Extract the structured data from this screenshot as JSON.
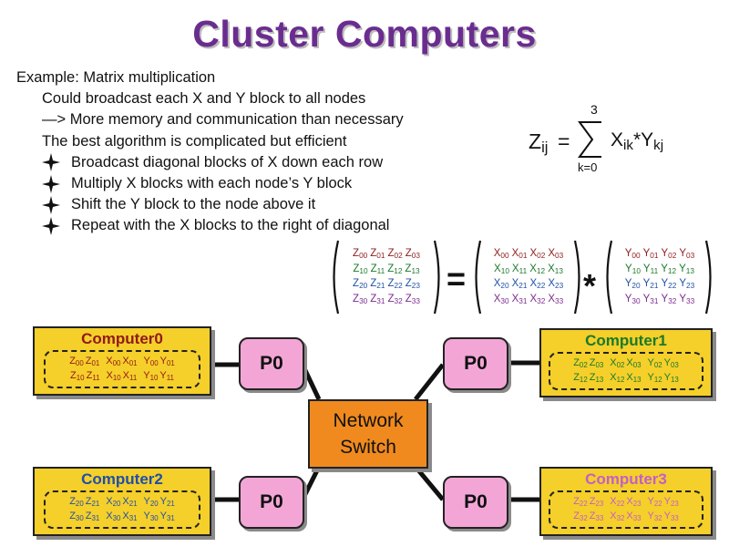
{
  "title": "Cluster Computers",
  "bullets": [
    {
      "level": 0,
      "text": "Example: Matrix multiplication"
    },
    {
      "level": 1,
      "text": "Could broadcast each X and Y block to all nodes"
    },
    {
      "level": 1,
      "text": "—> More memory and communication than necessary"
    },
    {
      "level": 1,
      "text": "The best algorithm is complicated but efficient"
    },
    {
      "level": 2,
      "text": "Broadcast diagonal blocks of X down each row"
    },
    {
      "level": 2,
      "text": "Multiply X blocks with each node’s Y block"
    },
    {
      "level": 2,
      "text": "Shift the Y block to the node above it"
    },
    {
      "level": 2,
      "text": "Repeat with the X blocks to the right of diagonal"
    }
  ],
  "formula": {
    "lhs": "Z",
    "lhs_sub": "ij",
    "equals": "=",
    "upper": "3",
    "lower": "k=0",
    "term1": "X",
    "term1_sub": "ik",
    "times": "*",
    "term2": "Y",
    "term2_sub": "kj"
  },
  "matrices": {
    "Z": [
      [
        "00",
        "01",
        "02",
        "03"
      ],
      [
        "10",
        "11",
        "12",
        "13"
      ],
      [
        "20",
        "21",
        "22",
        "23"
      ],
      [
        "30",
        "31",
        "32",
        "33"
      ]
    ],
    "equals": "=",
    "times": "*"
  },
  "computers": [
    {
      "name": "Computer0",
      "rows": [
        [
          [
            "Z",
            "00"
          ],
          [
            "Z",
            "01"
          ],
          [
            "X",
            "00"
          ],
          [
            "X",
            "01"
          ],
          [
            "Y",
            "00"
          ],
          [
            "Y",
            "01"
          ]
        ],
        [
          [
            "Z",
            "10"
          ],
          [
            "Z",
            "11"
          ],
          [
            "X",
            "10"
          ],
          [
            "X",
            "11"
          ],
          [
            "Y",
            "10"
          ],
          [
            "Y",
            "11"
          ]
        ]
      ]
    },
    {
      "name": "Computer1",
      "rows": [
        [
          [
            "Z",
            "02"
          ],
          [
            "Z",
            "03"
          ],
          [
            "X",
            "02"
          ],
          [
            "X",
            "03"
          ],
          [
            "Y",
            "02"
          ],
          [
            "Y",
            "03"
          ]
        ],
        [
          [
            "Z",
            "12"
          ],
          [
            "Z",
            "13"
          ],
          [
            "X",
            "12"
          ],
          [
            "X",
            "13"
          ],
          [
            "Y",
            "12"
          ],
          [
            "Y",
            "13"
          ]
        ]
      ]
    },
    {
      "name": "Computer2",
      "rows": [
        [
          [
            "Z",
            "20"
          ],
          [
            "Z",
            "21"
          ],
          [
            "X",
            "20"
          ],
          [
            "X",
            "21"
          ],
          [
            "Y",
            "20"
          ],
          [
            "Y",
            "21"
          ]
        ],
        [
          [
            "Z",
            "30"
          ],
          [
            "Z",
            "31"
          ],
          [
            "X",
            "30"
          ],
          [
            "X",
            "31"
          ],
          [
            "Y",
            "30"
          ],
          [
            "Y",
            "31"
          ]
        ]
      ]
    },
    {
      "name": "Computer3",
      "rows": [
        [
          [
            "Z",
            "22"
          ],
          [
            "Z",
            "23"
          ],
          [
            "X",
            "22"
          ],
          [
            "X",
            "23"
          ],
          [
            "Y",
            "22"
          ],
          [
            "Y",
            "23"
          ]
        ],
        [
          [
            "Z",
            "32"
          ],
          [
            "Z",
            "33"
          ],
          [
            "X",
            "32"
          ],
          [
            "X",
            "33"
          ],
          [
            "Y",
            "32"
          ],
          [
            "Y",
            "33"
          ]
        ]
      ]
    }
  ],
  "processor_label": "P0",
  "switch": {
    "line1": "Network",
    "line2": "Switch"
  },
  "colors": {
    "title": "#6a2d8f",
    "computer0": "#8f1a1a",
    "computer1": "#1a7a2a",
    "computer2": "#1f4fa8",
    "computer3": "#c25fc9",
    "computer_fill": "#f5cf2a",
    "processor_fill": "#f3a6d6",
    "switch_fill": "#f08a1e"
  }
}
